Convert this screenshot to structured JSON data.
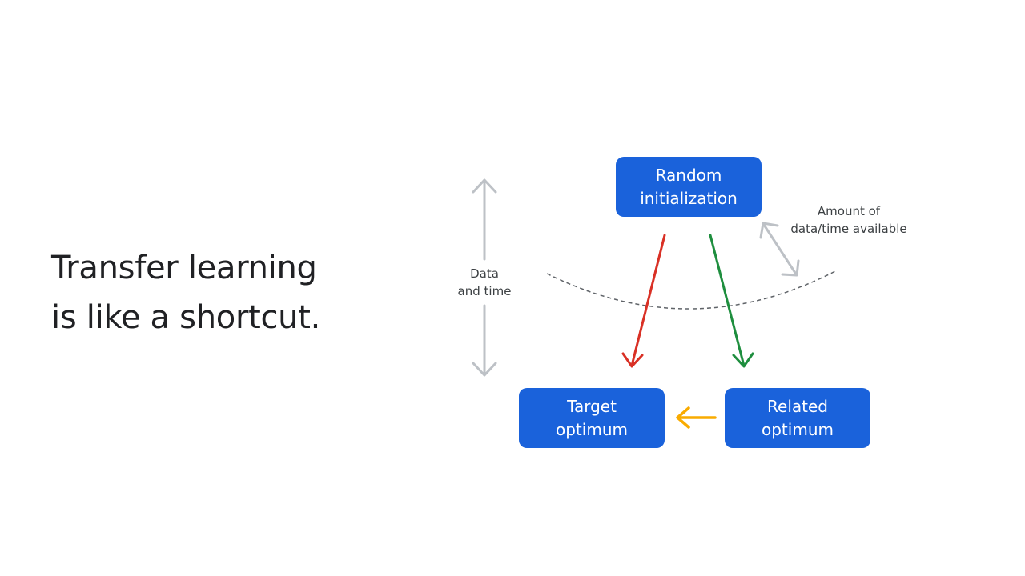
{
  "headline": {
    "line1": "Transfer learning",
    "line2": "is like a shortcut."
  },
  "diagram": {
    "nodes": {
      "random_initialization": [
        "Random",
        "initialization"
      ],
      "target_optimum": [
        "Target",
        "optimum"
      ],
      "related_optimum": [
        "Related",
        "optimum"
      ]
    },
    "labels": {
      "data_and_time": [
        "Data",
        "and time"
      ],
      "amount_available": [
        "Amount of",
        "data/time available"
      ]
    },
    "colors": {
      "node_fill": "#1a62db",
      "direct_path_arrow": "#d93025",
      "pretrain_path_arrow": "#1e8e3e",
      "transfer_arrow": "#f9ab00",
      "axis_arrow": "#bdc1c6",
      "threshold_curve": "#5f6368"
    }
  }
}
